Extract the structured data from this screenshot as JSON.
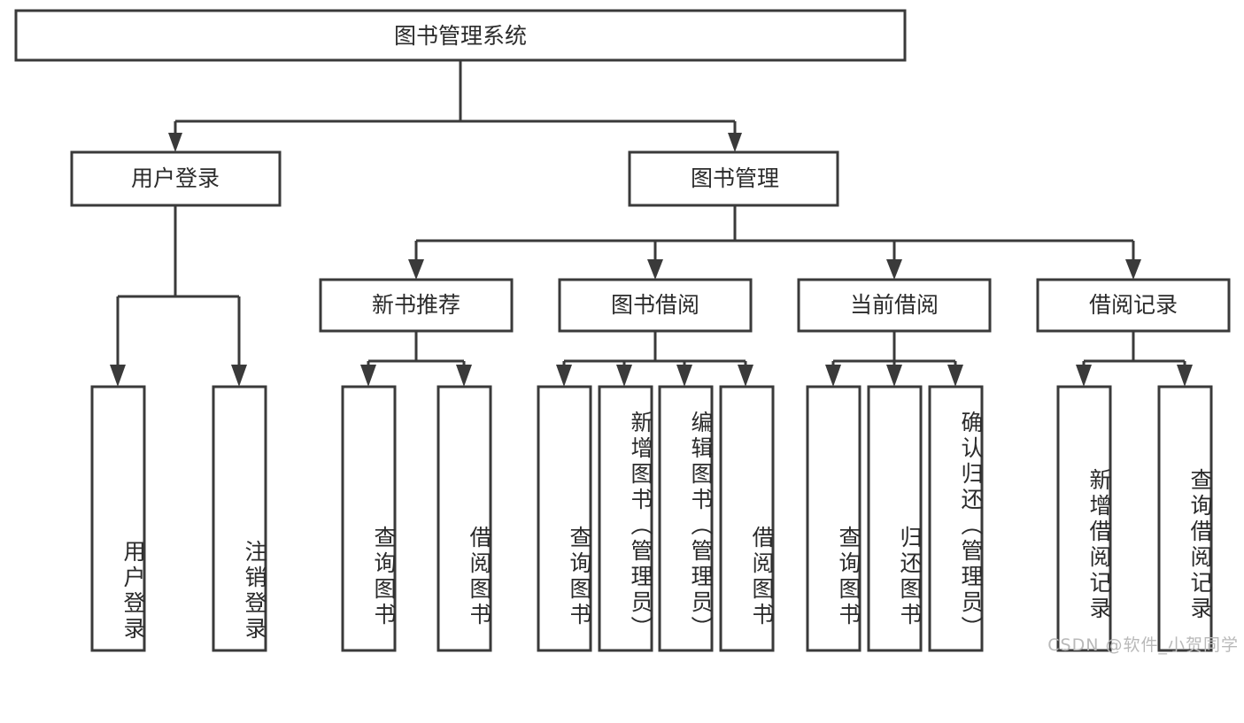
{
  "diagram": {
    "title": "图书管理系统",
    "type": "tree",
    "watermark": "CSDN @软件_小贺同学",
    "colors": {
      "stroke": "#3a3a3a",
      "fill": "#ffffff",
      "text": "#2b2b2b",
      "watermark": "#b9b9b9",
      "background": "#ffffff"
    },
    "root": {
      "label": "图书管理系统"
    },
    "level2": [
      {
        "label": "用户登录"
      },
      {
        "label": "图书管理"
      }
    ],
    "level3": [
      {
        "label": "新书推荐"
      },
      {
        "label": "图书借阅"
      },
      {
        "label": "当前借阅"
      },
      {
        "label": "借阅记录"
      }
    ],
    "leaves": {
      "user_login": [
        {
          "label": "用户登录"
        },
        {
          "label": "注销登录"
        }
      ],
      "new_book_recommend": [
        {
          "label": "查询图书"
        },
        {
          "label": "借阅图书"
        }
      ],
      "book_borrow": [
        {
          "label": "查询图书"
        },
        {
          "label": "新增图书（管理员）"
        },
        {
          "label": "编辑图书（管理员）"
        },
        {
          "label": "借阅图书"
        }
      ],
      "current_borrow": [
        {
          "label": "查询图书"
        },
        {
          "label": "归还图书"
        },
        {
          "label": "确认归还（管理员）"
        }
      ],
      "borrow_record": [
        {
          "label": "新增借阅记录"
        },
        {
          "label": "查询借阅记录"
        }
      ]
    }
  },
  "chart_data": {
    "type": "table",
    "title": "图书管理系统 功能结构图",
    "nodes": [
      {
        "id": "root",
        "label": "图书管理系统",
        "level": 0,
        "parent": null
      },
      {
        "id": "n_user",
        "label": "用户登录",
        "level": 1,
        "parent": "root"
      },
      {
        "id": "n_book",
        "label": "图书管理",
        "level": 1,
        "parent": "root"
      },
      {
        "id": "n_user_login",
        "label": "用户登录",
        "level": 2,
        "parent": "n_user"
      },
      {
        "id": "n_user_logout",
        "label": "注销登录",
        "level": 2,
        "parent": "n_user"
      },
      {
        "id": "n_new",
        "label": "新书推荐",
        "level": 2,
        "parent": "n_book"
      },
      {
        "id": "n_borrow",
        "label": "图书借阅",
        "level": 2,
        "parent": "n_book"
      },
      {
        "id": "n_current",
        "label": "当前借阅",
        "level": 2,
        "parent": "n_book"
      },
      {
        "id": "n_record",
        "label": "借阅记录",
        "level": 2,
        "parent": "n_book"
      },
      {
        "id": "n_new_1",
        "label": "查询图书",
        "level": 3,
        "parent": "n_new"
      },
      {
        "id": "n_new_2",
        "label": "借阅图书",
        "level": 3,
        "parent": "n_new"
      },
      {
        "id": "n_borrow_1",
        "label": "查询图书",
        "level": 3,
        "parent": "n_borrow"
      },
      {
        "id": "n_borrow_2",
        "label": "新增图书（管理员）",
        "level": 3,
        "parent": "n_borrow"
      },
      {
        "id": "n_borrow_3",
        "label": "编辑图书（管理员）",
        "level": 3,
        "parent": "n_borrow"
      },
      {
        "id": "n_borrow_4",
        "label": "借阅图书",
        "level": 3,
        "parent": "n_borrow"
      },
      {
        "id": "n_current_1",
        "label": "查询图书",
        "level": 3,
        "parent": "n_current"
      },
      {
        "id": "n_current_2",
        "label": "归还图书",
        "level": 3,
        "parent": "n_current"
      },
      {
        "id": "n_current_3",
        "label": "确认归还（管理员）",
        "level": 3,
        "parent": "n_current"
      },
      {
        "id": "n_record_1",
        "label": "新增借阅记录",
        "level": 3,
        "parent": "n_record"
      },
      {
        "id": "n_record_2",
        "label": "查询借阅记录",
        "level": 3,
        "parent": "n_record"
      }
    ]
  }
}
